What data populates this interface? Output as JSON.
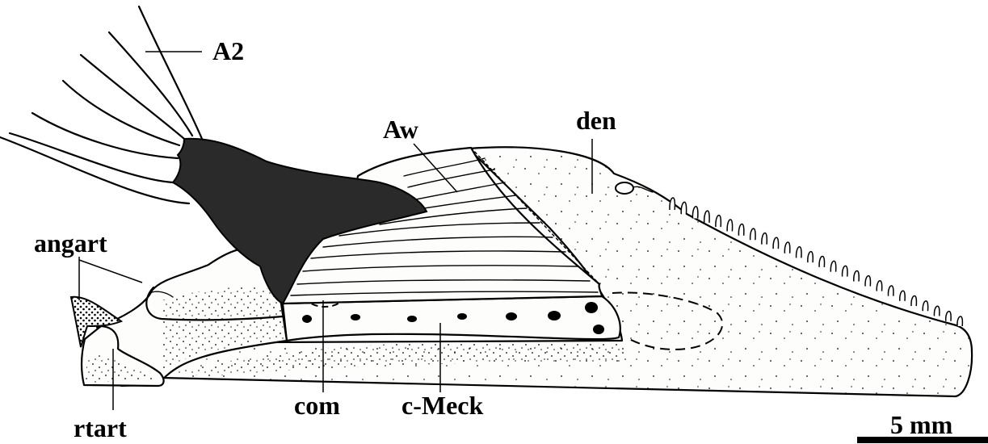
{
  "labels": {
    "a2": "A2",
    "aw": "Aw",
    "den": "den",
    "angart": "angart",
    "rtart": "rtart",
    "com": "com",
    "cmeck": "c-Meck",
    "scale": "5 mm"
  },
  "colors": {
    "ink": "#000000",
    "paper": "#ffffff",
    "muscle": "#2a2a2a"
  }
}
